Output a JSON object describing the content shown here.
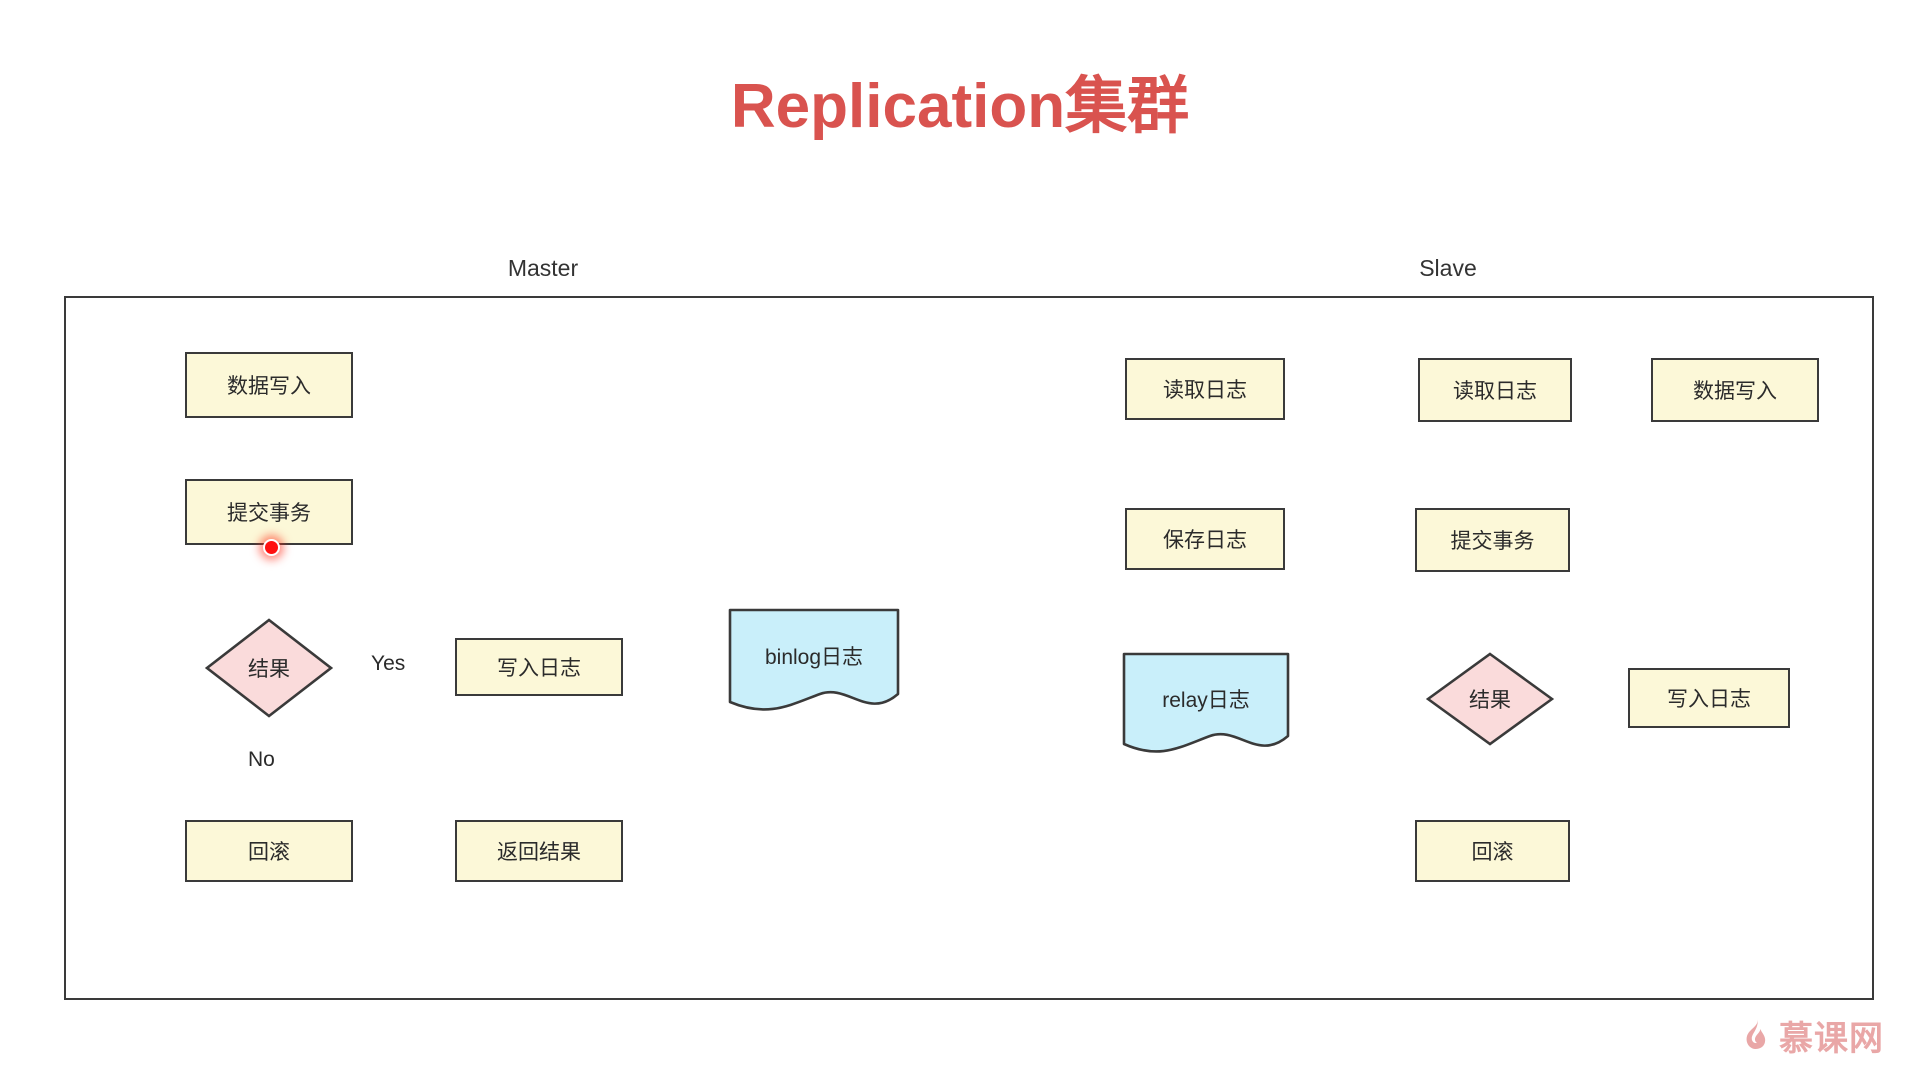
{
  "title": "Replication集群",
  "title_color": "#d9534f",
  "lanes": [
    {
      "id": "master",
      "label": "Master"
    },
    {
      "id": "slave",
      "label": "Slave"
    }
  ],
  "colors": {
    "process_fill": "#fcf8d8",
    "decision_fill": "#fadbdb",
    "document_fill": "#c9effa",
    "stroke": "#3a3a3a",
    "marker": "#ff1111",
    "watermark": "#e8a0a0"
  },
  "master_nodes": [
    {
      "id": "m-write-data",
      "label": "数据写入",
      "type": "process"
    },
    {
      "id": "m-commit",
      "label": "提交事务",
      "type": "process"
    },
    {
      "id": "m-result",
      "label": "结果",
      "type": "decision"
    },
    {
      "id": "m-write-log",
      "label": "写入日志",
      "type": "process"
    },
    {
      "id": "m-binlog",
      "label": "binlog日志",
      "type": "document"
    },
    {
      "id": "m-rollback",
      "label": "回滚",
      "type": "process"
    },
    {
      "id": "m-return",
      "label": "返回结果",
      "type": "process"
    }
  ],
  "slave_nodes": [
    {
      "id": "s-read-log-1",
      "label": "读取日志",
      "type": "process"
    },
    {
      "id": "s-save-log",
      "label": "保存日志",
      "type": "process"
    },
    {
      "id": "s-relay",
      "label": "relay日志",
      "type": "document"
    },
    {
      "id": "s-read-log-2",
      "label": "读取日志",
      "type": "process"
    },
    {
      "id": "s-write-data",
      "label": "数据写入",
      "type": "process"
    },
    {
      "id": "s-commit",
      "label": "提交事务",
      "type": "process"
    },
    {
      "id": "s-result",
      "label": "结果",
      "type": "decision"
    },
    {
      "id": "s-write-log",
      "label": "写入日志",
      "type": "process"
    },
    {
      "id": "s-rollback",
      "label": "回滚",
      "type": "process"
    }
  ],
  "edge_labels": {
    "yes": "Yes",
    "no": "No"
  },
  "watermark": {
    "text": "慕课网",
    "icon": "flame-icon"
  }
}
